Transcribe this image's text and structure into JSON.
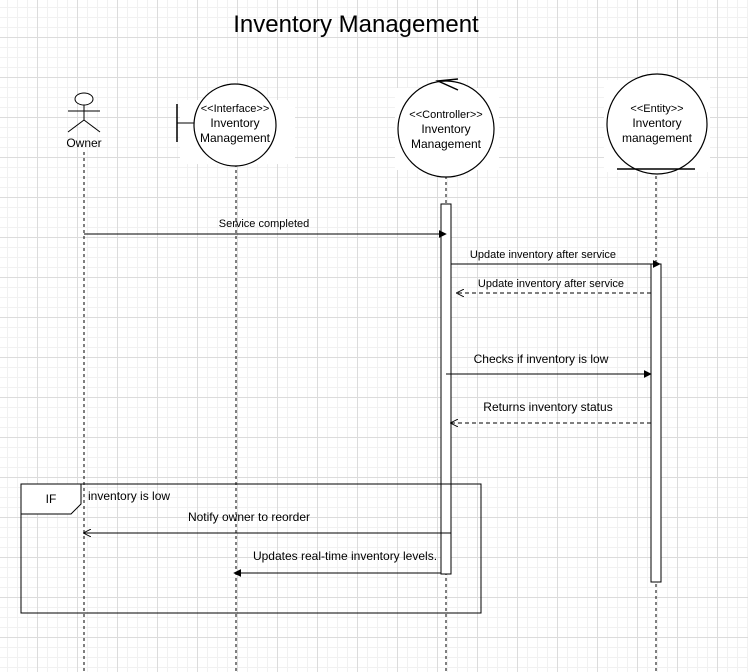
{
  "title": "Inventory Management",
  "participants": {
    "owner": {
      "label": "Owner"
    },
    "interface": {
      "stereotype": "<<Interface>>",
      "line1": "Inventory",
      "line2": "Management"
    },
    "controller": {
      "stereotype": "<<Controller>>",
      "line1": "Inventory",
      "line2": "Management"
    },
    "entity": {
      "stereotype": "<<Entity>>",
      "line1": "Inventory",
      "line2": "management"
    }
  },
  "messages": [
    {
      "label": "Service completed",
      "from": "owner",
      "to": "controller",
      "style": "solid"
    },
    {
      "label": "Update inventory after service",
      "from": "controller",
      "to": "entity",
      "style": "solid"
    },
    {
      "label": "Update inventory after service",
      "from": "entity",
      "to": "controller",
      "style": "dashed"
    },
    {
      "label": "Checks if inventory is low",
      "from": "controller",
      "to": "entity",
      "style": "solid"
    },
    {
      "label": "Returns inventory status",
      "from": "entity",
      "to": "controller",
      "style": "dashed"
    },
    {
      "label": "Notify owner to reorder",
      "from": "controller",
      "to": "owner",
      "style": "solid"
    },
    {
      "label": "Updates real-time inventory levels.",
      "from": "controller",
      "to": "interface",
      "style": "solid"
    }
  ],
  "fragment": {
    "operator": "IF",
    "guard": "inventory is low"
  }
}
